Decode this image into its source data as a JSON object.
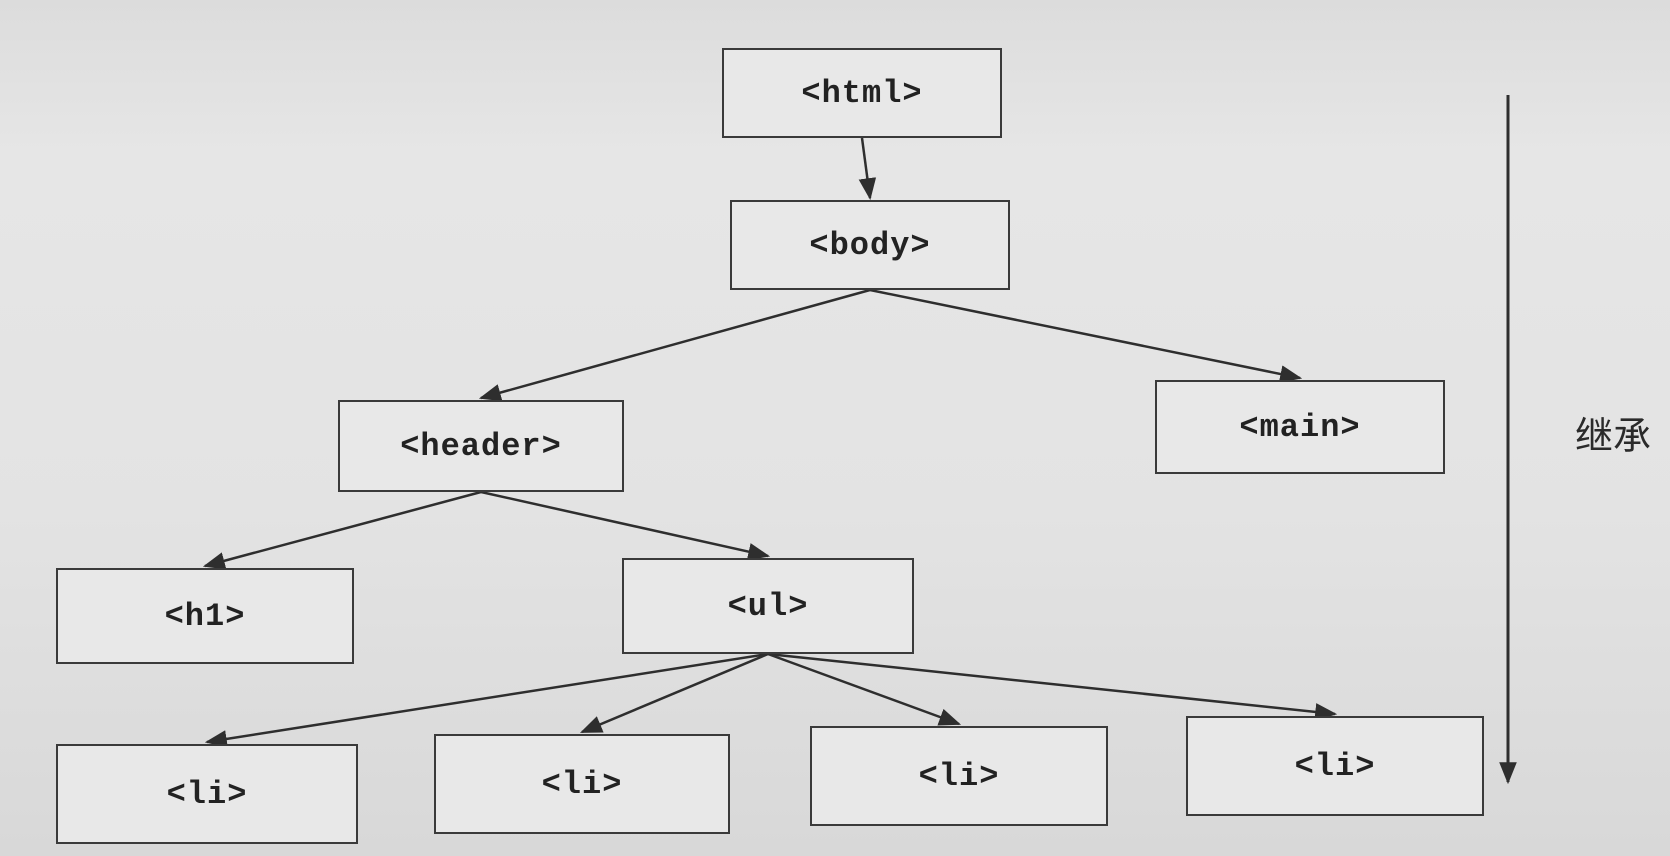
{
  "diagram": {
    "nodes": [
      {
        "id": "html",
        "label": "<html>"
      },
      {
        "id": "body",
        "label": "<body>"
      },
      {
        "id": "header",
        "label": "<header>"
      },
      {
        "id": "main",
        "label": "<main>"
      },
      {
        "id": "h1",
        "label": "<h1>"
      },
      {
        "id": "ul",
        "label": "<ul>"
      },
      {
        "id": "li1",
        "label": "<li>"
      },
      {
        "id": "li2",
        "label": "<li>"
      },
      {
        "id": "li3",
        "label": "<li>"
      },
      {
        "id": "li4",
        "label": "<li>"
      }
    ],
    "edges": [
      {
        "from": "html",
        "to": "body"
      },
      {
        "from": "body",
        "to": "header"
      },
      {
        "from": "body",
        "to": "main"
      },
      {
        "from": "header",
        "to": "h1"
      },
      {
        "from": "header",
        "to": "ul"
      },
      {
        "from": "ul",
        "to": "li1"
      },
      {
        "from": "ul",
        "to": "li2"
      },
      {
        "from": "ul",
        "to": "li3"
      },
      {
        "from": "ul",
        "to": "li4"
      }
    ],
    "side_label": "继承",
    "colors": {
      "stroke": "#2e2e2e",
      "box_fill": "#e8e8e8"
    }
  }
}
